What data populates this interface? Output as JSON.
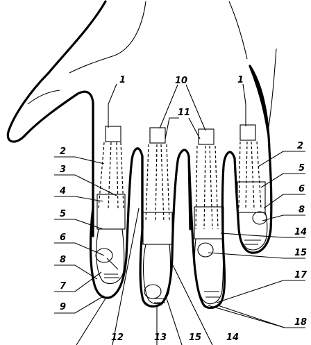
{
  "diagram": {
    "labels": {
      "l1a": "1",
      "l1b": "1",
      "l10": "10",
      "l11": "11",
      "l2a": "2",
      "l3": "3",
      "l4": "4",
      "l5a": "5",
      "l6a": "6",
      "l8a": "8",
      "l7": "7",
      "l9": "9",
      "l12": "12",
      "l13": "13",
      "l15b": "15",
      "l14b": "14",
      "l2b": "2",
      "l5b": "5",
      "l6b": "6",
      "l8b": "8",
      "l14a": "14",
      "l15a": "15",
      "l17": "17",
      "l18": "18"
    }
  }
}
